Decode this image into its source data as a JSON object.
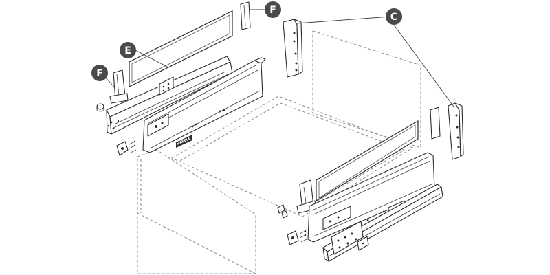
{
  "diagram": {
    "colors": {
      "line": "#2b2b2b",
      "dashed": "#8a8a8a",
      "callout": "#4a4a4a",
      "callout_text": "#ffffff"
    },
    "callouts": {
      "c": {
        "label": "C"
      },
      "e": {
        "label": "E"
      },
      "f_top": {
        "label": "F"
      },
      "f_left": {
        "label": "F"
      }
    },
    "brand_logo": "HÄFELE"
  }
}
